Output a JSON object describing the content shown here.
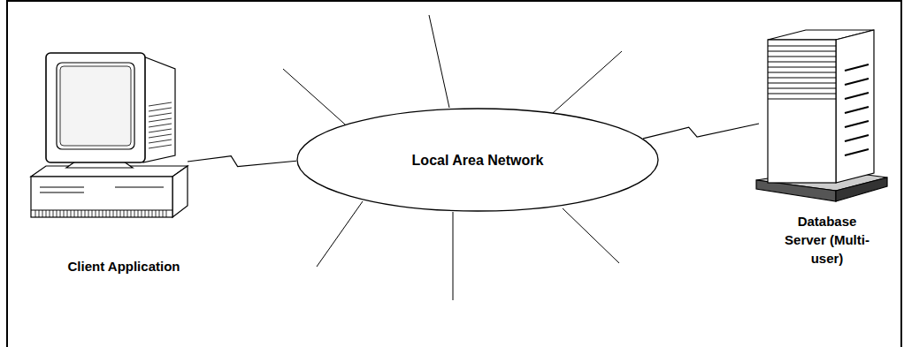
{
  "diagram": {
    "nodes": [
      {
        "text": [
          "Client Application"
        ]
      },
      {
        "text": [
          "Local Area Network"
        ]
      },
      {
        "text": [
          "Database Server (Multi-user)"
        ]
      }
    ],
    "edges": [
      {
        "from": 0,
        "to": 1,
        "arrow": "none"
      },
      {
        "from": 1,
        "to": 2,
        "arrow": "none"
      }
    ]
  }
}
